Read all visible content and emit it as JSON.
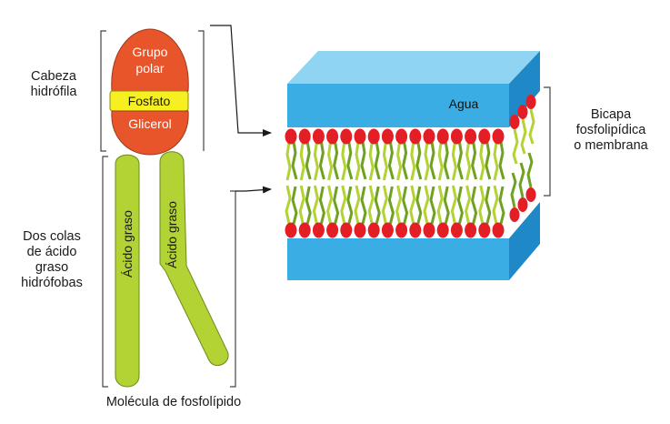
{
  "labels": {
    "head": [
      "Cabeza",
      "hidrófila"
    ],
    "tails": [
      "Dos colas",
      "de ácido",
      "graso",
      "hidrófobas"
    ],
    "molecule": "Molécula de fosfolípido",
    "bilayer": [
      "Bicapa",
      "fosfolipídica",
      "o membrana"
    ]
  },
  "molecule_parts": {
    "polar": [
      "Grupo",
      "polar"
    ],
    "phosphate": "Fosfato",
    "glycerol": "Glicerol",
    "acid1": "Ácido graso",
    "acid2": "Ácido graso"
  },
  "water": "Agua",
  "colors": {
    "polar": "#e8552a",
    "phosphate": "#f7f021",
    "glycerol": "#e8552a",
    "tail": "#b3d334",
    "tail_dark": "#6fa221",
    "water_front": "#3aaee4",
    "water_top": "#8fd4f2",
    "water_side": "#1e89c6",
    "head_red": "#e31e24",
    "membrane_bg": "#ffffff"
  }
}
